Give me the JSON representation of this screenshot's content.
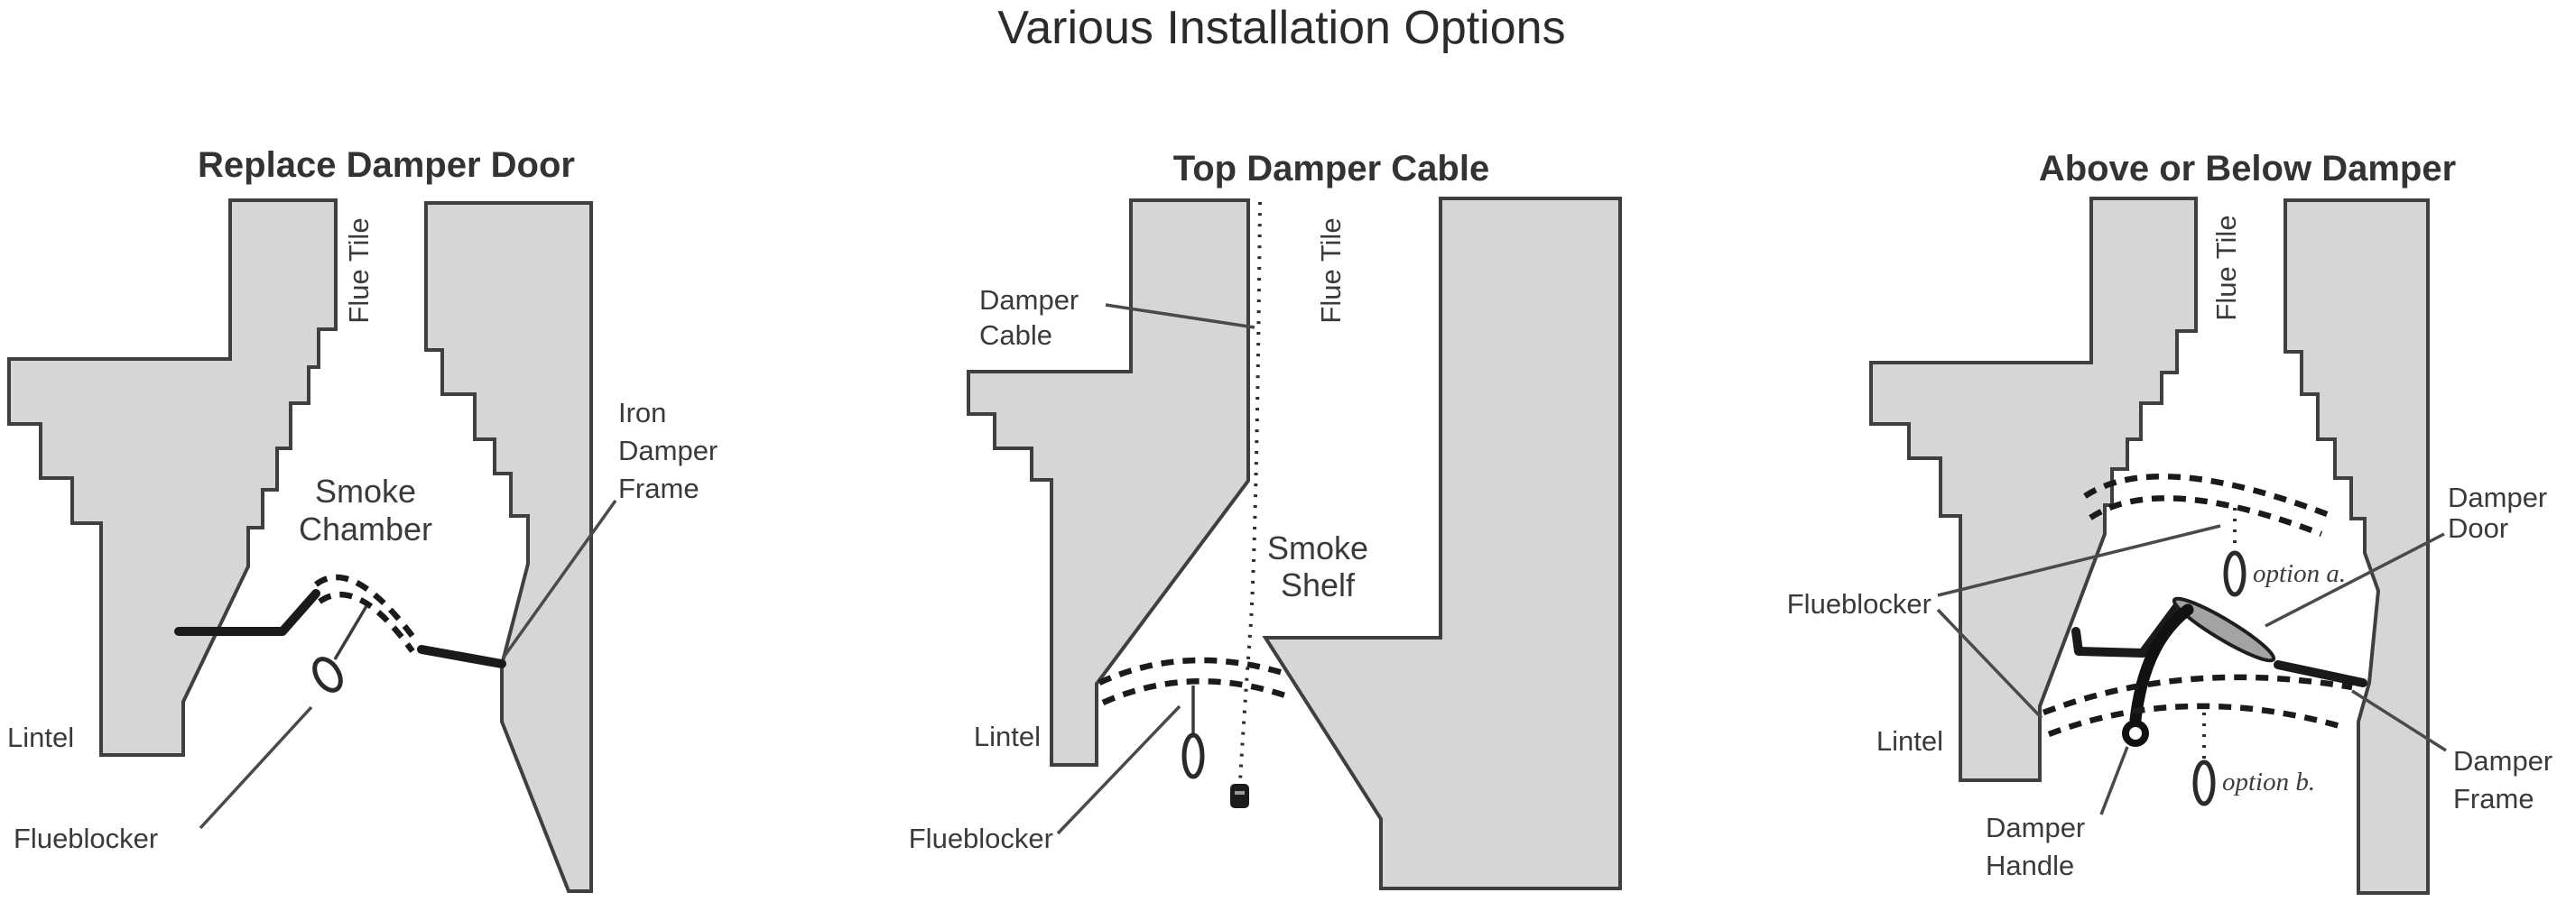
{
  "page_title": "Various Installation Options",
  "colors": {
    "background": "#ffffff",
    "masonry_fill": "#d6d6d6",
    "outline": "#3f3f3f",
    "ink": "#1a1a1a",
    "label": "#3a3a3a",
    "door_fill": "#a3a3a3"
  },
  "panels": [
    {
      "title": "Replace Damper Door",
      "labels": {
        "flue_tile": "Flue Tile",
        "smoke_chamber": [
          "Smoke",
          "Chamber"
        ],
        "iron_damper_frame": [
          "Iron",
          "Damper",
          "Frame"
        ],
        "lintel": "Lintel",
        "flueblocker": "Flueblocker"
      }
    },
    {
      "title": "Top Damper Cable",
      "labels": {
        "damper_cable": [
          "Damper",
          "Cable"
        ],
        "flue_tile": "Flue Tile",
        "smoke_shelf": [
          "Smoke",
          "Shelf"
        ],
        "lintel": "Lintel",
        "flueblocker": "Flueblocker"
      }
    },
    {
      "title": "Above or Below Damper",
      "labels": {
        "flue_tile": "Flue Tile",
        "flueblocker": "Flueblocker",
        "lintel": "Lintel",
        "damper_door": [
          "Damper",
          "Door"
        ],
        "option_a": "option a.",
        "option_b": "option b.",
        "damper_frame": [
          "Damper",
          "Frame"
        ],
        "damper_handle": [
          "Damper",
          "Handle"
        ]
      }
    }
  ]
}
